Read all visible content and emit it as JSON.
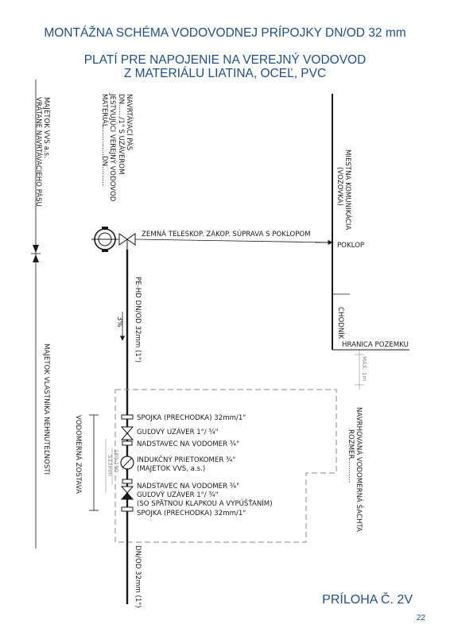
{
  "title": {
    "line1": "MONTÁŽNA SCHÉMA VODOVODNEJ PRÍPOJKY DN/OD 32 mm",
    "line2": "PLATÍ PRE NAPOJENIE NA VEREJNÝ VODOVOD",
    "line3": "Z MATERIÁLU LIATINA, OCEĽ, PVC"
  },
  "left_labels": {
    "owner_vvs_1": "MAJETOK VVS a.s.",
    "owner_vvs_2": "VRÁTANE NAVRTÁVACIEHO PÁSU",
    "owner_property": "MAJETOK VLASTNÍKA NEHNUTEĽNOSTI",
    "meter_assembly": "VODOMERNÁ ZOSTAVA",
    "dim_533": "533mm",
    "dim_160_190": "160-190"
  },
  "top_labels": {
    "drill_band_1": "NAVRTÁVACÍ PÁS",
    "drill_band_2": "DN....../1\" S UZÁVEROM",
    "existing_pipe_1": "JESTVUJÚCI VEREJNÝ VODOVOD",
    "existing_pipe_2": "MATERIÁL.............DN........."
  },
  "right_labels": {
    "road_1": "MIESTNA KOMUNIKÁCIA",
    "road_2": "(VOZOVKA)",
    "lid": "POKLOP",
    "sidewalk": "CHODNÍK",
    "boundary": "HRANICA POZEMKU",
    "max_dist": "MAX. 1m",
    "shaft_1": "NAVRHOVANÁ VODOMERNÁ ŠACHTA",
    "shaft_2": "ROZMER..........."
  },
  "pipe": {
    "telescopic": "ZEMNÁ TELESKOP. ZÁKOP. SÚPRAVA S POKLOPOM",
    "pipe_upper": "PE-HD DN/OD 32mm (1\")",
    "slope": "3%",
    "pipe_lower": "DN/OD 32mm (1\")"
  },
  "components": [
    "SPOJKA (PRECHODKA) 32mm/1\"",
    "GUĽOVÝ UZÁVER 1\"/ ¾\"",
    "NADSTAVEC NA VODOMER ¾\"",
    "INDUKČNÝ PRIETOKOMER ¾\"",
    "(MAJETOK VVS, a.s.)",
    "NADSTAVEC NA VODOMER ¾\"",
    "GUĽOVÝ UZÁVER 1\"/ ¾\"",
    "(SO SPÄTNOU KLAPKOU A VYPÚŠŤANÍM)",
    "SPOJKA (PRECHODKA) 32mm/1\""
  ],
  "footer": {
    "appendix": "PRÍLOHA Č. 2V",
    "page": "22"
  },
  "colors": {
    "heading": "#1f4f8f",
    "line": "#1a1a1a",
    "dashed": "#8a8a8a"
  }
}
